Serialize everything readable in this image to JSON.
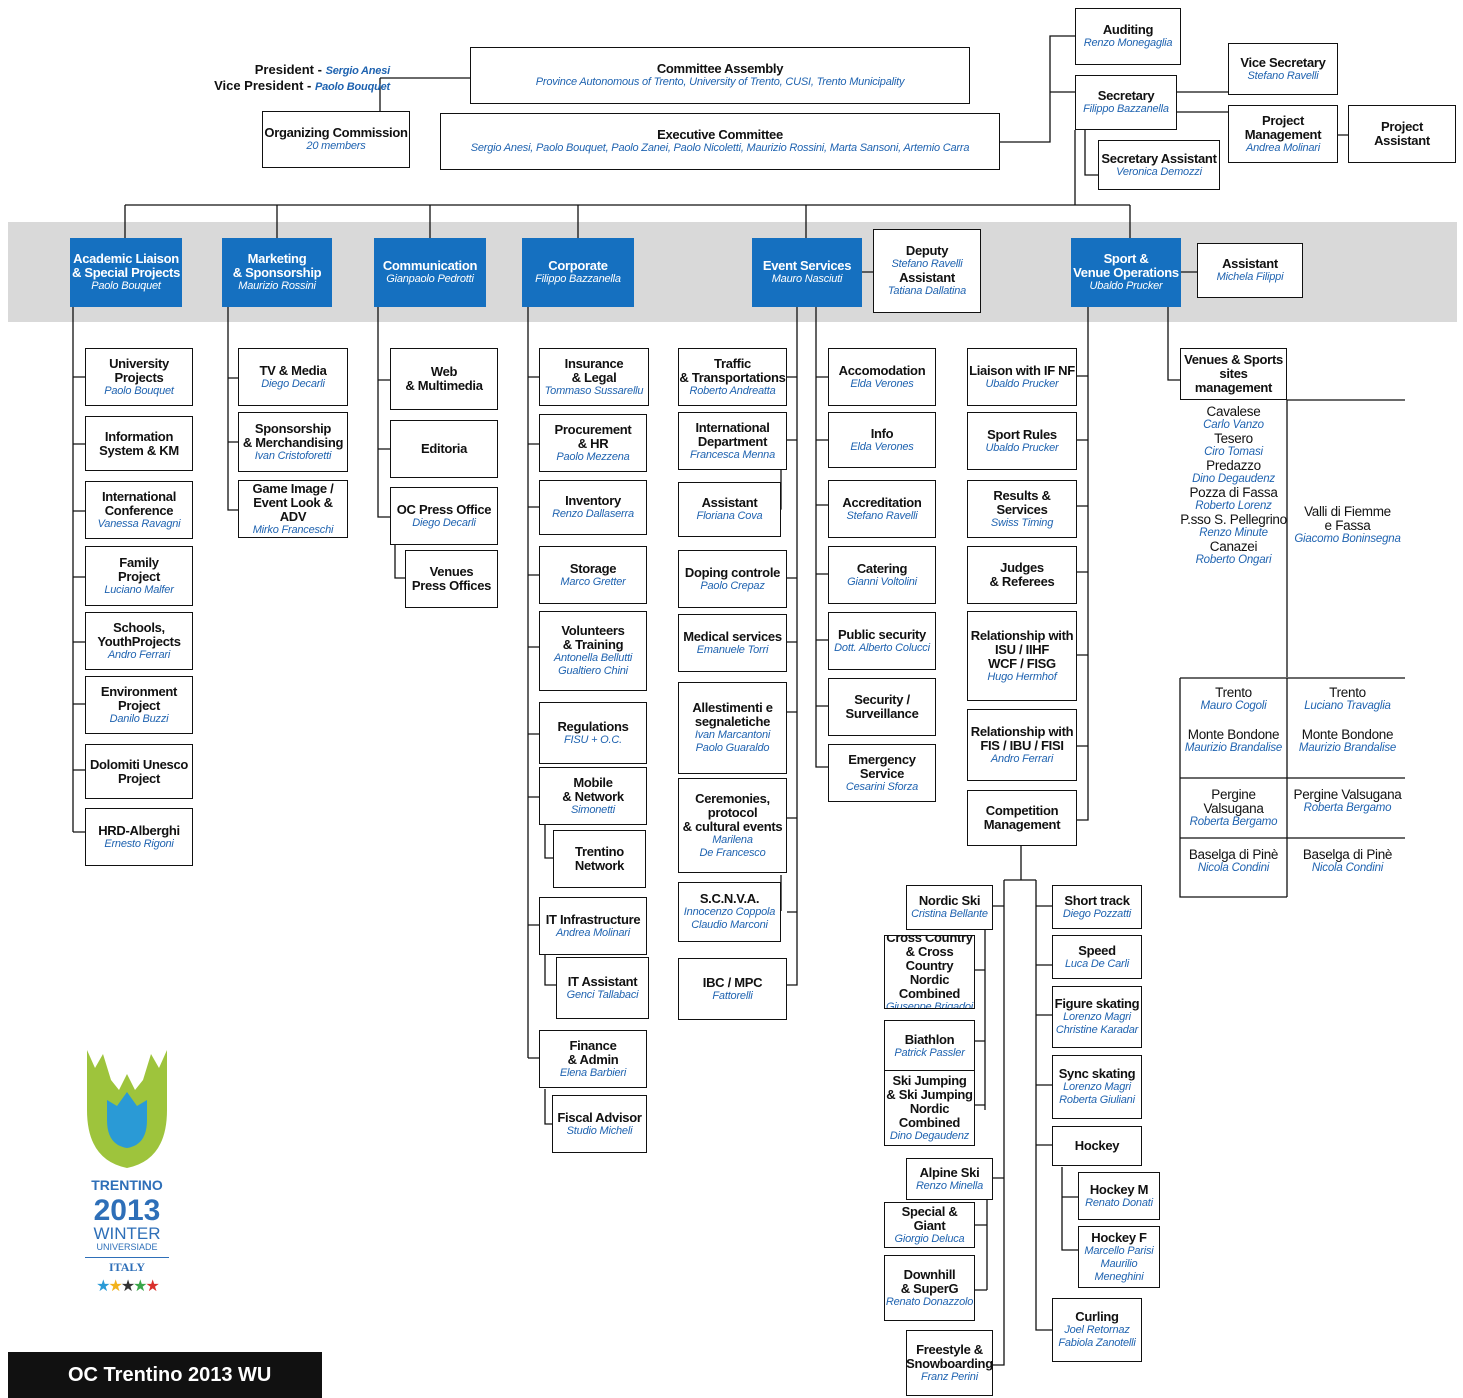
{
  "president": {
    "label": "President - ",
    "name": "Sergio Anesi"
  },
  "vice_president": {
    "label": "Vice President - ",
    "name": "Paolo Bouquet"
  },
  "committee_assembly": {
    "title": "Committee Assembly",
    "members": "Province Autonomous of Trento, University of Trento, CUSI, Trento Municipality"
  },
  "executive_committee": {
    "title": "Executive Committee",
    "members": "Sergio Anesi, Paolo Bouquet, Paolo Zanei, Paolo Nicoletti, Maurizio Rossini, Marta Sansoni, Artemio Carra"
  },
  "organizing_commission": {
    "title": "Organizing Commission",
    "members": "20 members"
  },
  "auditing": {
    "title": "Auditing",
    "name": "Renzo Monegaglia"
  },
  "secretary": {
    "title": "Secretary",
    "name": "Filippo Bazzanella"
  },
  "vice_secretary": {
    "title": "Vice Secretary",
    "name": "Stefano Ravelli"
  },
  "project_management": {
    "title": "Project\nManagement",
    "name": "Andrea Molinari"
  },
  "project_assistant": {
    "title": "Project\nAssistant"
  },
  "secretary_assistant": {
    "title": "Secretary Assistant",
    "name": "Veronica Demozzi"
  },
  "departments": {
    "academic": {
      "title": "Academic Liaison\n& Special Projects",
      "name": "Paolo Bouquet"
    },
    "marketing": {
      "title": "Marketing\n& Sponsorship",
      "name": "Maurizio Rossini"
    },
    "communication": {
      "title": "Communication",
      "name": "Gianpaolo Pedrotti"
    },
    "corporate": {
      "title": "Corporate",
      "name": "Filippo Bazzanella"
    },
    "event_services": {
      "title": "Event Services",
      "name": "Mauro Nasciuti"
    },
    "sport": {
      "title": "Sport &\nVenue Operations",
      "name": "Ubaldo Prucker"
    },
    "event_deputy": {
      "title1": "Deputy",
      "name1": "Stefano Ravelli",
      "title2": "Assistant",
      "name2": "Tatiana Dallatina"
    },
    "sport_assistant": {
      "title": "Assistant",
      "name": "Michela Filippi"
    }
  },
  "academic_units": [
    {
      "title": "University\nProjects",
      "name": "Paolo Bouquet"
    },
    {
      "title": "Information\nSystem & KM",
      "name": ""
    },
    {
      "title": "International\nConference",
      "name": "Vanessa Ravagni"
    },
    {
      "title": "Family\nProject",
      "name": "Luciano Malfer"
    },
    {
      "title": "Schools,\nYouthProjects",
      "name": "Andro Ferrari"
    },
    {
      "title": "Environment\nProject",
      "name": "Danilo Buzzi"
    },
    {
      "title": "Dolomiti Unesco\nProject",
      "name": ""
    },
    {
      "title": "HRD-Alberghi",
      "name": "Ernesto Rigoni"
    }
  ],
  "marketing_units": [
    {
      "title": "TV & Media",
      "name": "Diego Decarli"
    },
    {
      "title": "Sponsorship\n& Merchandising",
      "name": "Ivan Cristoforetti"
    },
    {
      "title": "Game Image /\nEvent Look & ADV",
      "name": "Mirko Franceschi"
    }
  ],
  "communication_units": [
    {
      "title": "Web\n& Multimedia",
      "name": ""
    },
    {
      "title": "Editoria",
      "name": ""
    },
    {
      "title": "OC Press Office",
      "name": "Diego Decarli"
    },
    {
      "title": "Venues\nPress Offices",
      "name": ""
    }
  ],
  "corporate_units": [
    {
      "title": "Insurance\n& Legal",
      "name": "Tommaso Sussarellu"
    },
    {
      "title": "Procurement\n& HR",
      "name": "Paolo Mezzena"
    },
    {
      "title": "Inventory",
      "name": "Renzo Dallaserra"
    },
    {
      "title": "Storage",
      "name": "Marco Gretter"
    },
    {
      "title": "Volunteers\n& Training",
      "name": "Antonella Bellutti\nGualtiero Chini"
    },
    {
      "title": "Regulations",
      "name": "FISU + O.C."
    },
    {
      "title": "Mobile\n& Network",
      "name": "Simonetti"
    },
    {
      "title": "Trentino\nNetwork",
      "name": ""
    },
    {
      "title": "IT Infrastructure",
      "name": "Andrea Molinari"
    },
    {
      "title": "IT Assistant",
      "name": "Genci Tallabaci"
    },
    {
      "title": "Finance\n& Admin",
      "name": "Elena Barbieri"
    },
    {
      "title": "Fiscal Advisor",
      "name": "Studio Micheli"
    }
  ],
  "event_units_left": [
    {
      "title": "Traffic\n& Transportations",
      "name": "Roberto Andreatta"
    },
    {
      "title": "International\nDepartment",
      "name": "Francesca Menna"
    },
    {
      "title": "Assistant",
      "name": "Floriana Cova"
    },
    {
      "title": "Doping controle",
      "name": "Paolo Crepaz"
    },
    {
      "title": "Medical services",
      "name": "Emanuele Torri"
    },
    {
      "title": "Allestimenti e\nsegnaletiche",
      "name": "Ivan Marcantoni\nPaolo Guaraldo"
    },
    {
      "title": "Ceremonies,\nprotocol\n& cultural events",
      "name": "Marilena\nDe Francesco"
    },
    {
      "title": "S.C.N.V.A.",
      "name": "Innocenzo Coppola\nClaudio Marconi"
    },
    {
      "title": "IBC / MPC",
      "name": "Fattorelli"
    }
  ],
  "event_units_right": [
    {
      "title": "Accomodation",
      "name": "Elda Verones"
    },
    {
      "title": "Info",
      "name": "Elda Verones"
    },
    {
      "title": "Accreditation",
      "name": "Stefano Ravelli"
    },
    {
      "title": "Catering",
      "name": "Gianni Voltolini"
    },
    {
      "title": "Public security",
      "name": "Dott. Alberto Colucci"
    },
    {
      "title": "Security /\nSurveillance",
      "name": ""
    },
    {
      "title": "Emergency Service",
      "name": "Cesarini Sforza"
    }
  ],
  "sport_units": [
    {
      "title": "Liaison with IF NF",
      "name": "Ubaldo Prucker"
    },
    {
      "title": "Sport Rules",
      "name": "Ubaldo Prucker"
    },
    {
      "title": "Results & Services",
      "name": "Swiss Timing"
    },
    {
      "title": "Judges\n& Referees",
      "name": ""
    },
    {
      "title": "Relationship with\nISU / IIHF\nWCF / FISG",
      "name": "Hugo Hermhof"
    },
    {
      "title": "Relationship with\nFIS / IBU / FISI",
      "name": "Andro Ferrari"
    },
    {
      "title": "Competition\nManagement",
      "name": ""
    }
  ],
  "snow_sports": [
    {
      "title": "Nordic Ski",
      "name": "Cristina Bellante"
    },
    {
      "title": "Cross Country\n& Cross Country\nNordic Combined",
      "name": "Giuseppe Brigadoi"
    },
    {
      "title": "Biathlon",
      "name": "Patrick Passler"
    },
    {
      "title": "Ski Jumping\n& Ski Jumping\nNordic Combined",
      "name": "Dino Degaudenz"
    },
    {
      "title": "Alpine Ski",
      "name": "Renzo Minella"
    },
    {
      "title": "Special & Giant",
      "name": "Giorgio Deluca"
    },
    {
      "title": "Downhill\n& SuperG",
      "name": "Renato Donazzolo"
    },
    {
      "title": "Freestyle &\nSnowboarding",
      "name": "Franz Perini"
    }
  ],
  "ice_sports": [
    {
      "title": "Short track",
      "name": "Diego Pozzatti"
    },
    {
      "title": "Speed",
      "name": "Luca De Carli"
    },
    {
      "title": "Figure skating",
      "name": "Lorenzo Magri\nChristine Karadar"
    },
    {
      "title": "Sync skating",
      "name": "Lorenzo Magri\nRoberta Giuliani"
    },
    {
      "title": "Hockey",
      "name": ""
    },
    {
      "title": "Hockey M",
      "name": "Renato Donati"
    },
    {
      "title": "Hockey F",
      "name": "Marcello Parisi\nMaurilio Meneghini"
    },
    {
      "title": "Curling",
      "name": "Joel Retornaz\nFabiola Zanotelli"
    }
  ],
  "venues": {
    "header": "Venues & Sports\nsites management",
    "group_main": [
      {
        "place": "Cavalese",
        "name": "Carlo Vanzo"
      },
      {
        "place": "Tesero",
        "name": "Ciro Tomasi"
      },
      {
        "place": "Predazzo",
        "name": "Dino Degaudenz"
      },
      {
        "place": "Pozza di Fassa",
        "name": "Roberto Lorenz"
      },
      {
        "place": "P.sso S. Pellegrino",
        "name": "Renzo Minute"
      },
      {
        "place": "Canazei",
        "name": "Roberto Ongari"
      }
    ],
    "group_main_right": {
      "place": "Valli di Fiemme\ne Fassa",
      "name": "Giacomo Boninsegna"
    },
    "rows": [
      {
        "left_place": "Trento",
        "left_name": "Mauro Cogoli",
        "right_place": "Trento",
        "right_name": "Luciano Travaglia"
      },
      {
        "left_place": "Monte Bondone",
        "left_name": "Maurizio Brandalise",
        "right_place": "Monte Bondone",
        "right_name": "Maurizio Brandalise"
      },
      {
        "left_place": "Pergine Valsugana",
        "left_name": "Roberta Bergamo",
        "right_place": "Pergine Valsugana",
        "right_name": "Roberta Bergamo"
      },
      {
        "left_place": "Baselga di Pinè",
        "left_name": "Nicola Condini",
        "right_place": "Baselga di Pinè",
        "right_name": "Nicola Condini"
      }
    ]
  },
  "logo": {
    "line1": "TRENTINO",
    "line2": "2013",
    "line3": "WINTER",
    "line4": "UNIVERSIADE",
    "line5": "ITALY"
  },
  "footer": "OC Trentino 2013 WU",
  "colors": {
    "department_blue": "#1570c0",
    "name_blue": "#1f63b0",
    "band_gray": "#d9d9d9",
    "logo_green": "#9ec43c",
    "logo_blue": "#2a9ad6"
  }
}
